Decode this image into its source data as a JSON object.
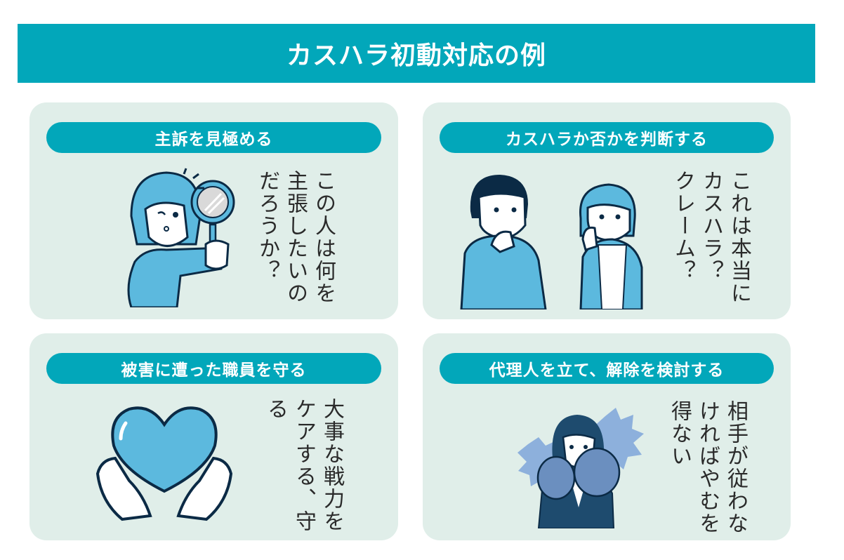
{
  "header": {
    "title": "カスハラ初動対応の例"
  },
  "colors": {
    "accent": "#02A7BA",
    "card_bg": "#E0EEE9",
    "navy": "#0B2A45",
    "light_blue": "#5CB9DE"
  },
  "cards": [
    {
      "title": "主訴を見極める",
      "lines": [
        "この人は何を",
        "主張したいの",
        "だろうか？"
      ],
      "illustration": "woman-with-magnifying-glass"
    },
    {
      "title": "カスハラか否かを判断する",
      "lines": [
        "これは本当に",
        "カスハラ？",
        "クレーム？"
      ],
      "illustration": "two-people-thinking"
    },
    {
      "title": "被害に遭った職員を守る",
      "lines": [
        "大事な戦力を",
        "ケアする、守る"
      ],
      "illustration": "hands-holding-heart"
    },
    {
      "title": "代理人を立て、解除を検討する",
      "lines": [
        "相手が従わな",
        "ければやむを",
        "得ない"
      ],
      "illustration": "businesswoman-boxing-gloves"
    }
  ]
}
